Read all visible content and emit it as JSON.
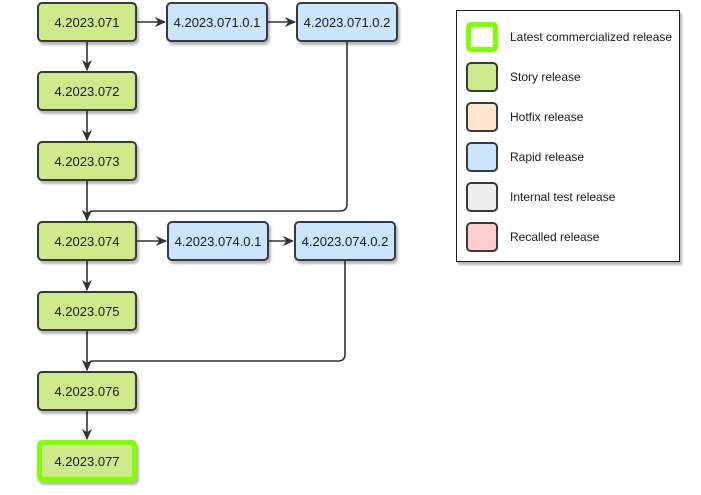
{
  "nodes": {
    "n071": "4.2023.071",
    "n071_0_1": "4.2023.071.0.1",
    "n071_0_2": "4.2023.071.0.2",
    "n072": "4.2023.072",
    "n073": "4.2023.073",
    "n074": "4.2023.074",
    "n074_0_1": "4.2023.074.0.1",
    "n074_0_2": "4.2023.074.0.2",
    "n075": "4.2023.075",
    "n076": "4.2023.076",
    "n077": "4.2023.077"
  },
  "node_types": {
    "n071": "story",
    "n071_0_1": "rapid",
    "n071_0_2": "rapid",
    "n072": "story",
    "n073": "story",
    "n074": "story",
    "n074_0_1": "rapid",
    "n074_0_2": "rapid",
    "n075": "story",
    "n076": "story",
    "n077": "latest"
  },
  "edges": [
    [
      "n071",
      "n071_0_1"
    ],
    [
      "n071_0_1",
      "n071_0_2"
    ],
    [
      "n071",
      "n072"
    ],
    [
      "n072",
      "n073"
    ],
    [
      "n073",
      "n074"
    ],
    [
      "n071_0_2",
      "n074"
    ],
    [
      "n074",
      "n074_0_1"
    ],
    [
      "n074_0_1",
      "n074_0_2"
    ],
    [
      "n074",
      "n075"
    ],
    [
      "n075",
      "n076"
    ],
    [
      "n074_0_2",
      "n076"
    ],
    [
      "n076",
      "n077"
    ]
  ],
  "legend": {
    "items": [
      {
        "label": "Latest commercialized release",
        "fill": "#ffffff",
        "stroke": "#80ff00"
      },
      {
        "label": "Story release",
        "fill": "#cdeb8b",
        "stroke": "#36393d"
      },
      {
        "label": "Hotfix release",
        "fill": "#ffe6cc",
        "stroke": "#36393d"
      },
      {
        "label": "Rapid release",
        "fill": "#cce5ff",
        "stroke": "#36393d"
      },
      {
        "label": "Internal test release",
        "fill": "#eeeeee",
        "stroke": "#36393d"
      },
      {
        "label": "Recalled release",
        "fill": "#ffcccc",
        "stroke": "#36393d"
      }
    ]
  },
  "colors": {
    "story": "#cdeb8b",
    "rapid": "#cce5ff",
    "hotfix": "#ffe6cc",
    "internal_test": "#eeeeee",
    "recalled": "#ffcccc",
    "latest_border": "#80ff00",
    "node_border": "#36393d",
    "edge": "#333333"
  }
}
